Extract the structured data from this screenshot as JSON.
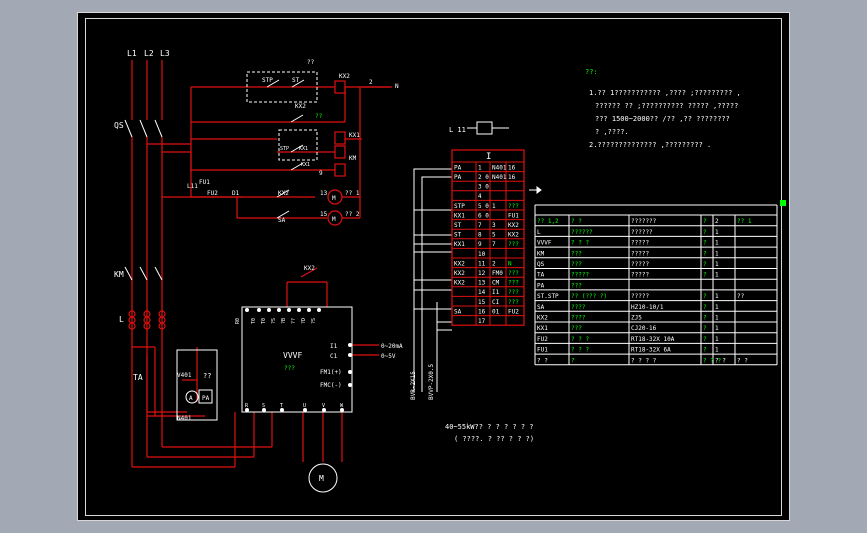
{
  "phases": [
    "L1",
    "L2",
    "L3"
  ],
  "devices": {
    "qs": "QS",
    "km": "KM",
    "l": "L",
    "motor": "M",
    "ta": "TA",
    "v_meter": "V",
    "a_meter": "A",
    "pa": "PA",
    "stp": "STP",
    "st": "ST",
    "kx1": "KX1",
    "kx2": "KX2",
    "sa": "SA",
    "fu1": "FU1",
    "fu2": "FU2",
    "d1": "D1",
    "hl": "N",
    "va01": "V401",
    "n401": "N401",
    "l11": "L11",
    "l11_label": "L 11",
    "kx2_label": "KX2"
  },
  "vvvf": {
    "title": "VVVF",
    "sub": "???",
    "terminals_top": [
      "R0",
      "T0",
      "T0",
      "?S",
      "?B",
      "??",
      "?D",
      "?S"
    ],
    "terminals_bottom": [
      "R",
      "S",
      "T",
      "U",
      "V",
      "W"
    ],
    "outputs": [
      "I1",
      "C1",
      "FM1(+)",
      "FMC(-)"
    ],
    "signal_1": "0~20mA",
    "signal_2": "0~5V"
  },
  "relay_misc": {
    "r1": "1",
    "r2": "2",
    "n5": "5",
    "n9": "9",
    "q": "??",
    "n13": "13",
    "n15": "15",
    "r1_label": "?? 1",
    "r2_label": "?? 2"
  },
  "notes": {
    "title": "??:",
    "lines": [
      "1.?? 1??????????? ,???? ;????????? ,",
      "?????? ?? ;?????????? ????? ,?????",
      "??? 1500~2000?? /?? ,?? ????????",
      "? ,????.",
      "2.?????????????? ,????????? ."
    ]
  },
  "terminal_table": {
    "header": "I",
    "rows": [
      [
        "PA",
        "1",
        "N401",
        "16"
      ],
      [
        "PA",
        "2 0",
        "N401",
        "16"
      ],
      [
        "",
        "3 0",
        "",
        ""
      ],
      [
        "",
        "4",
        "",
        ""
      ],
      [
        "STP",
        "5 0",
        "1",
        "???"
      ],
      [
        "KX1",
        "6 0",
        "",
        "FU1"
      ],
      [
        "ST",
        "7",
        "3",
        "KX2"
      ],
      [
        "ST",
        "8",
        "5",
        "KX2"
      ],
      [
        "KX1",
        "9",
        "7",
        "???"
      ],
      [
        "",
        "10",
        "",
        ""
      ],
      [
        "KX2",
        "11",
        "2",
        "N"
      ],
      [
        "KX2",
        "12",
        "FM0",
        "???"
      ],
      [
        "KX2",
        "13",
        "CM",
        "???"
      ],
      [
        "",
        "14",
        "I1",
        "???"
      ],
      [
        "",
        "15",
        "CI",
        "???"
      ],
      [
        "SA",
        "16",
        "01",
        "FU2"
      ],
      [
        "",
        "17",
        "",
        ""
      ]
    ]
  },
  "bom": {
    "rows": [
      [
        "?? 1,2",
        "?  ?",
        "???????",
        "?",
        "2",
        "?? 1"
      ],
      [
        "L",
        "??????",
        "??????",
        "?",
        "1",
        ""
      ],
      [
        "VVVF",
        "? ? ?",
        "?????",
        "?",
        "1",
        ""
      ],
      [
        "KM",
        "???",
        "?????",
        "?",
        "1",
        ""
      ],
      [
        "QS",
        "???",
        "?????",
        "?",
        "1",
        ""
      ],
      [
        "TA",
        "?????",
        "?????",
        "?",
        "1",
        ""
      ],
      [
        "PA",
        "???",
        "",
        "",
        "",
        ""
      ],
      [
        "ST.STP",
        "?? (??? ?)",
        "?????",
        "?",
        "1",
        "??"
      ],
      [
        "SA",
        "????",
        "HZ10-10/1",
        "?",
        "1",
        ""
      ],
      [
        "KX2",
        "????",
        "ZJ5",
        "?",
        "1",
        ""
      ],
      [
        "KX1",
        "???",
        "CJ20-16",
        "?",
        "1",
        ""
      ],
      [
        "FU2",
        "? ? ?",
        "RT18-32X 10A",
        "?",
        "1",
        ""
      ],
      [
        "FU1",
        "? ? ?",
        "RT18-32X 6A",
        "?",
        "1",
        ""
      ],
      [
        "? ?",
        "?",
        "? ? ? ?",
        "? ? ?",
        "? ?",
        "?  ?"
      ]
    ]
  },
  "vertical_label_1": "BVR-2X15",
  "vertical_label_2": "BVVP-2X0.5",
  "caption_1": "40~55kW?? ? ? ? ? ? ?",
  "caption_2": "( ????. ? ?? ? ? ?)",
  "colors": {
    "wire": "#e01010",
    "text": "#ffffff",
    "accent": "#00ff00",
    "background": "#000000"
  }
}
